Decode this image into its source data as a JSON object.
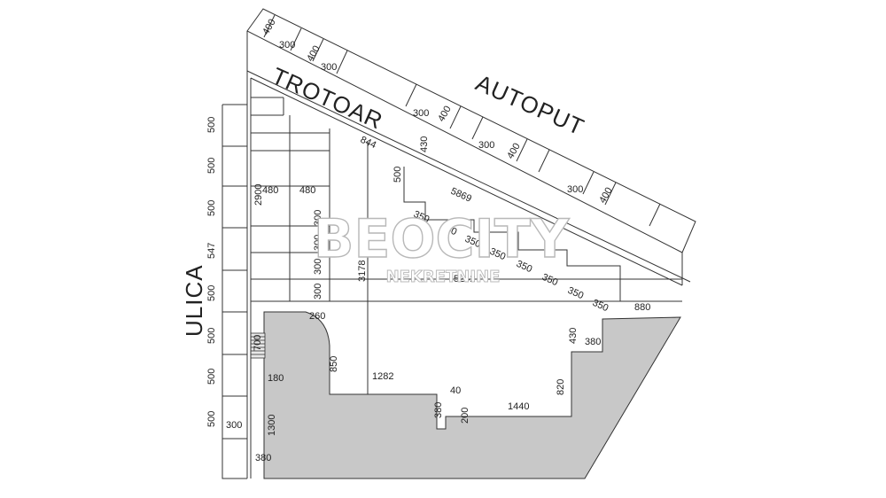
{
  "labels": {
    "autoput": "AUTOPUT",
    "trotoar": "TROTOAR",
    "ulica": "ULICA"
  },
  "watermark": {
    "brand": "BEOCITY",
    "subtitle": "NEKRETNINE"
  },
  "dimensions": {
    "top_strip": [
      "400",
      "300",
      "400",
      "300",
      "300",
      "400",
      "300",
      "400",
      "300",
      "400"
    ],
    "left_column": [
      "500",
      "500",
      "500",
      "547",
      "500",
      "500",
      "500",
      "500"
    ],
    "inner_400_grid": [
      "480",
      "480",
      "2900"
    ],
    "stairs_300": [
      "300",
      "300",
      "300",
      "300"
    ],
    "diag_350": [
      "350",
      "350",
      "350",
      "350",
      "350",
      "350",
      "350",
      "350"
    ],
    "misc": {
      "d844": "844",
      "d430_top": "430",
      "d500": "500",
      "d5869": "5869",
      "d3178": "3178",
      "d5242": "5242",
      "d880": "880",
      "d260": "260",
      "d700": "700",
      "d850": "850",
      "d1282": "1282",
      "d180": "180",
      "d40": "40",
      "d380_mid": "380",
      "d200": "200",
      "d1440": "1440",
      "d430_right": "430",
      "d380_right": "380",
      "d820": "820",
      "d300_bottom": "300",
      "d1300": "1300",
      "d380_bottom": "380"
    }
  },
  "colors": {
    "building_fill": "#c8c8c8",
    "line": "#333333",
    "background": "#ffffff"
  }
}
